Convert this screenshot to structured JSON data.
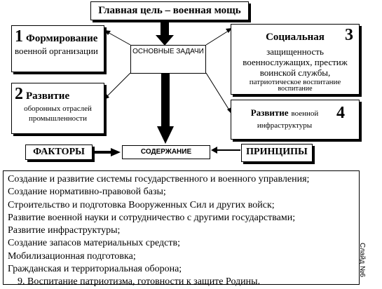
{
  "goal": "Главная цель – военная мощь",
  "tasks": "ОСНОВНЫЕ ЗАДАЧИ",
  "box1": {
    "num": "1",
    "title": "Формирование",
    "text": "военной организации"
  },
  "box2": {
    "num": "2",
    "title": "Развитие",
    "text": "оборонных отраслей промышленности"
  },
  "box3": {
    "num": "3",
    "title": "Социальная",
    "text": "защищенность военнослужащих, престиж воинской службы,",
    "text2": "патриотическое воспитание",
    "text3": "воспитание"
  },
  "box4": {
    "num": "4",
    "title": "Развитие",
    "text": "военной инфраструктуры"
  },
  "factors": "ФАКТОРЫ",
  "content": "СОДЕРЖАНИЕ",
  "principles": "ПРИНЦИПЫ",
  "list": [
    "Создание и развитие системы государственного и военного управления;",
    "Создание нормативно-правовой базы;",
    "Строительство и подготовка Вооруженных Сил и других войск;",
    "Развитие военной науки и сотрудничество с другими государствами;",
    "Развитие инфраструктуры;",
    "Создание запасов материальных средств;",
    "Мобилизационная подготовка;",
    "Гражданская и территориальная оборона;",
    "9. Воспитание патриотизма, готовности к защите Родины."
  ],
  "slide_label": "Слайд №6"
}
